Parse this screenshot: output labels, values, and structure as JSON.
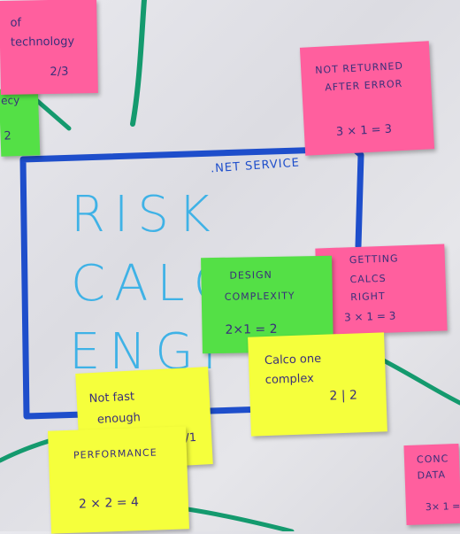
{
  "diagram": {
    "box_label": ".NET SERVICE",
    "title_lines": [
      "RISK",
      "CALC",
      "ENGI"
    ]
  },
  "notes": {
    "technology": {
      "line1": "of",
      "line2": "technology",
      "score": "2/3"
    },
    "left_edge": {
      "line1": "ecy",
      "line2": "2"
    },
    "not_returned": {
      "line1": "NOT RETURNED",
      "line2": "AFTER ERROR",
      "formula": "3 × 1 = 3"
    },
    "design": {
      "line1": "DESIGN",
      "line2": "COMPLEXITY",
      "formula": "2×1 = 2"
    },
    "getting_calcs": {
      "line1": "GETTING",
      "line2": "CALCS",
      "line3": "RIGHT",
      "formula": "3 × 1 = 3"
    },
    "calc_complex": {
      "line1": "Calco one",
      "line2": "complex",
      "score": "2 | 2"
    },
    "not_fast": {
      "line1": "Not fast",
      "line2": "enough",
      "score": "3/1"
    },
    "performance": {
      "line1": "PERFORMANCE",
      "formula": "2 × 2 = 4"
    },
    "conc_right": {
      "line1": "CONC",
      "line2": "DATA",
      "formula": "3× 1 ="
    }
  },
  "colors": {
    "note_pink": "#ff5f9e",
    "note_green": "#54e046",
    "note_yellow": "#f5ff3c",
    "marker_blue": "#1e4ecb",
    "marker_light_blue": "#3fb2e6",
    "marker_green": "#149a6e",
    "ink_purple": "#3a2f7a"
  }
}
